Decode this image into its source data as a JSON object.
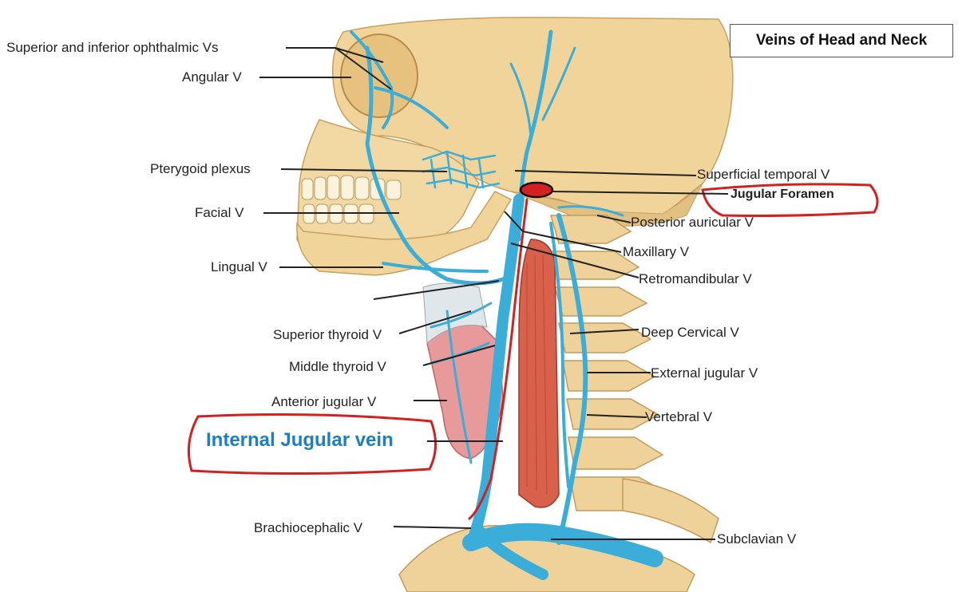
{
  "title": "Veins of Head and Neck",
  "labels": {
    "ophthalmic": "Superior and inferior ophthalmic Vs",
    "angular": "Angular V",
    "pterygoid": "Pterygoid plexus",
    "facial": "Facial V",
    "lingual": "Lingual V",
    "superior_thyroid": "Superior thyroid V",
    "middle_thyroid": "Middle thyroid V",
    "anterior_jugular": "Anterior jugular V",
    "internal_jugular": "Internal Jugular vein",
    "brachiocephalic": "Brachiocephalic  V",
    "superficial_temporal": "Superficial temporal V",
    "jugular_foramen": "Jugular Foramen",
    "posterior_auricular": "Posterior auricular V",
    "maxillary": "Maxillary V",
    "retromandibular": "Retromandibular V",
    "deep_cervical": "Deep Cervical V",
    "external_jugular": "External jugular V",
    "vertebral": "Vertebral V",
    "subclavian": "Subclavian V"
  },
  "colors": {
    "bone": "#f0d49a",
    "bone_shade": "#d9b56e",
    "vein": "#3aaed8",
    "vein_dark": "#1f86b8",
    "muscle": "#d9604a",
    "thyroid": "#e89a9a",
    "annotation_red": "#d42020",
    "ijv_label": "#1a7fc4"
  }
}
